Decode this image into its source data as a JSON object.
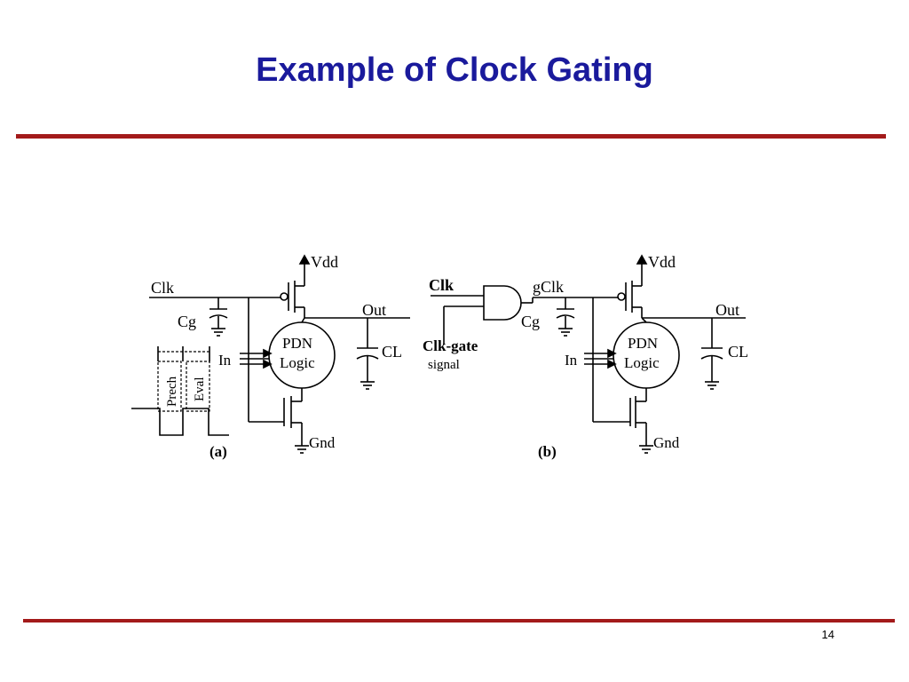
{
  "slide": {
    "title": "Example of Clock Gating",
    "page_number": "14"
  },
  "circuit_a": {
    "vdd": "Vdd",
    "clk": "Clk",
    "cg": "Cg",
    "in": "In",
    "pdn_line1": "PDN",
    "pdn_line2": "Logic",
    "out": "Out",
    "cl": "CL",
    "gnd": "Gnd",
    "prech": "Prech",
    "eval": "Eval",
    "caption": "(a)"
  },
  "circuit_b": {
    "vdd": "Vdd",
    "clk": "Clk",
    "gclk": "gClk",
    "clk_gate": "Clk-gate",
    "signal": "signal",
    "cg": "Cg",
    "in": "In",
    "pdn_line1": "PDN",
    "pdn_line2": "Logic",
    "out": "Out",
    "cl": "CL",
    "gnd": "Gnd",
    "caption": "(b)"
  }
}
